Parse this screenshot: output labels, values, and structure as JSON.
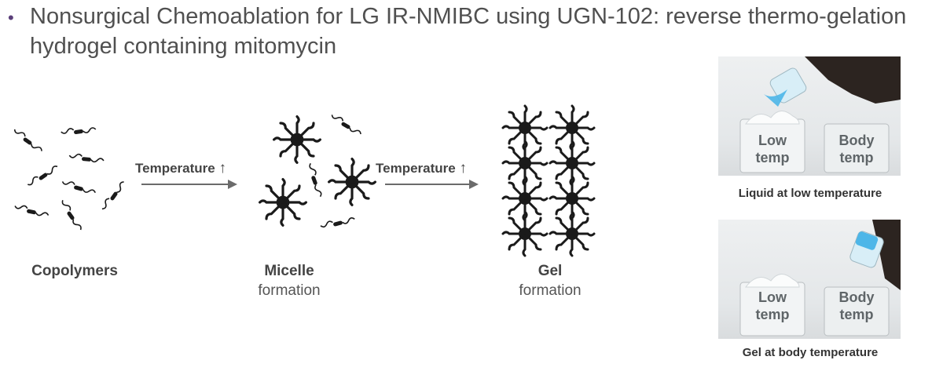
{
  "slide": {
    "bullet": "•",
    "title": "Nonsurgical Chemoablation for LG IR-NMIBC using UGN-102: reverse thermo-gelation hydrogel containing mitomycin"
  },
  "stages": [
    {
      "bold": "Copolymers",
      "sub": ""
    },
    {
      "bold": "Micelle",
      "sub": "formation"
    },
    {
      "bold": "Gel",
      "sub": "formation"
    }
  ],
  "arrows": [
    {
      "label": "Temperature",
      "symbol": "↑"
    },
    {
      "label": "Temperature",
      "symbol": "↑"
    }
  ],
  "photos": [
    {
      "left_beaker": "Low\ntemp",
      "right_beaker": "Body\ntemp",
      "caption": "Liquid at low temperature"
    },
    {
      "left_beaker": "Low\ntemp",
      "right_beaker": "Body\ntemp",
      "caption": "Gel at body temperature"
    }
  ],
  "colors": {
    "bullet": "#5b3f7a",
    "molecule": "#1a1a1a",
    "arrow": "#6b6b6b",
    "liquid": "#4db6e8"
  }
}
